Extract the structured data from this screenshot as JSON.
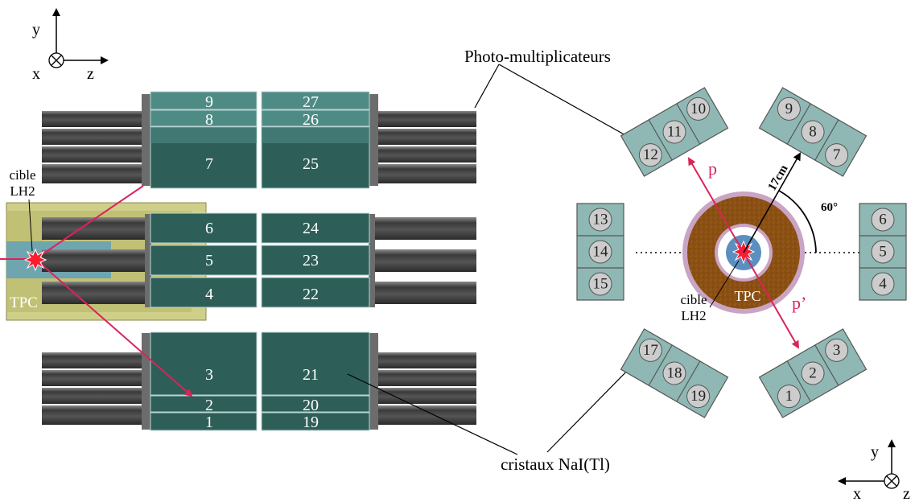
{
  "side_axes": {
    "x": "x",
    "y": "y",
    "z": "z"
  },
  "front_axes": {
    "x": "x",
    "y": "y",
    "z": "z"
  },
  "labels": {
    "pmt": "Photo-multiplicateurs",
    "crystals": "cristaux NaI(Tl)",
    "target_left_l1": "cible",
    "target_left_l2": "LH2",
    "target_right_l1": "cible",
    "target_right_l2": "LH2",
    "tpc_left": "TPC",
    "tpc_right": "TPC",
    "proton": "p",
    "proton_prime": "p’",
    "distance": "17cm",
    "angle": "60°"
  },
  "side_view": {
    "left_column": [
      "9",
      "8",
      "7",
      "6",
      "5",
      "4",
      "3",
      "2",
      "1"
    ],
    "right_column": [
      "27",
      "26",
      "25",
      "24",
      "23",
      "22",
      "21",
      "20",
      "19"
    ]
  },
  "front_view": {
    "top_left": [
      "12",
      "11",
      "10"
    ],
    "top_right": [
      "9",
      "8",
      "7"
    ],
    "left": [
      "13",
      "14",
      "15"
    ],
    "right": [
      "6",
      "5",
      "4"
    ],
    "bottom_left": [
      "17",
      "18",
      "19"
    ],
    "bottom_right": [
      "1",
      "2",
      "3"
    ]
  },
  "colors": {
    "crystal_dark": "#2e5e58",
    "crystal_light": "#4f8b85",
    "module_fill": "#8fb8b4",
    "pmt_circle": "#cccccc",
    "tpc_brown": "#8a4f12",
    "tpc_outer": "#c9a4c4",
    "target_blue": "#4a8ec8",
    "arrow_red": "#d9245a",
    "yellow_box": "#cfcf8a"
  }
}
